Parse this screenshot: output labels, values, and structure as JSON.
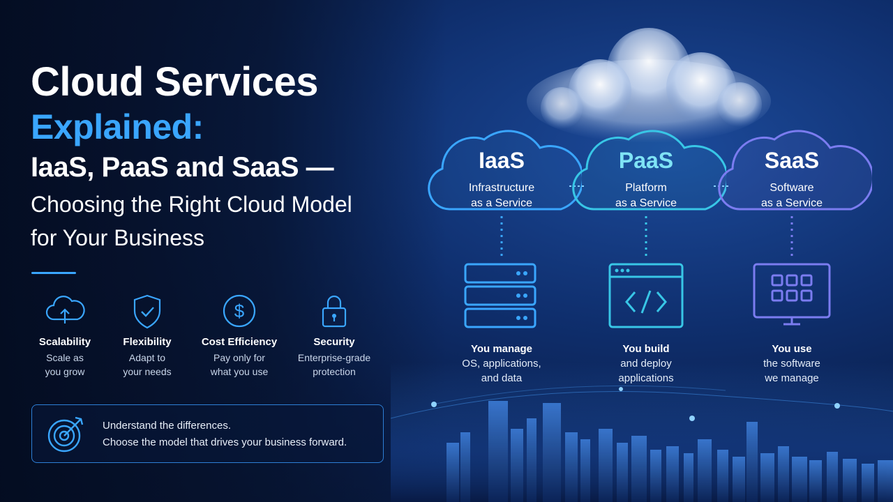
{
  "title": {
    "line1": "Cloud Services",
    "line2": "Explained:",
    "line3": "IaaS, PaaS and SaaS —",
    "subtitle_line1": "Choosing the Right Cloud Model",
    "subtitle_line2": "for Your Business"
  },
  "benefits": [
    {
      "icon": "cloud-upload-icon",
      "title": "Scalability",
      "desc_line1": "Scale as",
      "desc_line2": "you grow"
    },
    {
      "icon": "shield-check-icon",
      "title": "Flexibility",
      "desc_line1": "Adapt to",
      "desc_line2": "your needs"
    },
    {
      "icon": "dollar-circle-icon",
      "title": "Cost Efficiency",
      "desc_line1": "Pay only for",
      "desc_line2": "what you use"
    },
    {
      "icon": "padlock-icon",
      "title": "Security",
      "desc_line1": "Enterprise-grade",
      "desc_line2": "protection"
    }
  ],
  "callout": {
    "icon": "target-icon",
    "line1": "Understand the differences.",
    "line2": "Choose the model that drives your business forward."
  },
  "services": [
    {
      "name": "IaaS",
      "full_line1": "Infrastructure",
      "full_line2": "as a Service",
      "icon": "server-stack-icon",
      "desc_line1": "You manage",
      "desc_line2": "OS, applications,",
      "desc_line3": "and data",
      "color": "#3aa6ff"
    },
    {
      "name": "PaaS",
      "full_line1": "Platform",
      "full_line2": "as a Service",
      "icon": "code-window-icon",
      "desc_line1": "You build",
      "desc_line2": "and deploy",
      "desc_line3": "applications",
      "color": "#38c6e6"
    },
    {
      "name": "SaaS",
      "full_line1": "Software",
      "full_line2": "as a Service",
      "icon": "app-grid-monitor-icon",
      "desc_line1": "You use",
      "desc_line2": "the software",
      "desc_line3": "we manage",
      "color": "#7b7cf0"
    }
  ],
  "colors": {
    "accent": "#3aa6ff",
    "background": "#0a1f4d",
    "paas": "#38c6e6",
    "saas": "#7b7cf0"
  }
}
